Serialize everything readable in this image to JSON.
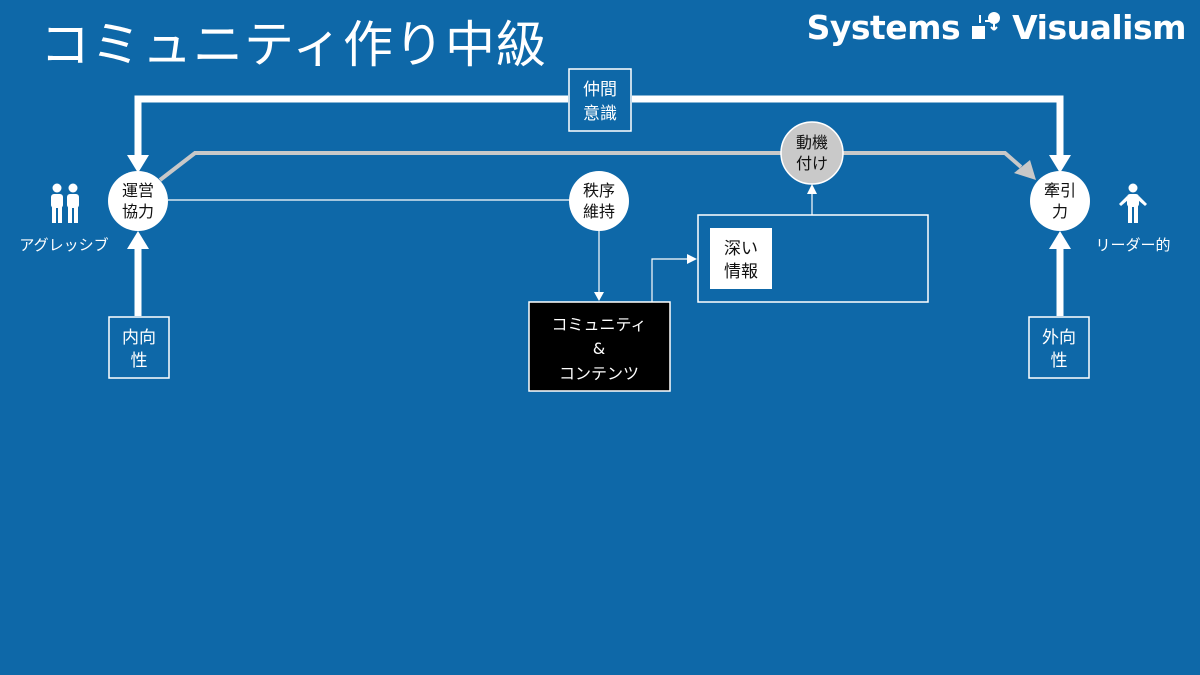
{
  "title": "コミュニティ作り中級",
  "brand": {
    "word1": "Systems",
    "word2": "Visualism",
    "icon": "systems-visualism-logo-icon"
  },
  "nodes": {
    "nakama": {
      "line1": "仲間",
      "line2": "意識"
    },
    "unei": {
      "line1": "運営",
      "line2": "協力"
    },
    "chitsujo": {
      "line1": "秩序",
      "line2": "維持"
    },
    "douki": {
      "line1": "動機",
      "line2": "付け"
    },
    "keninryoku": {
      "line1": "牽引",
      "line2": "力"
    },
    "naikousei": {
      "line1": "内向",
      "line2": "性"
    },
    "gaikousei": {
      "line1": "外向",
      "line2": "性"
    },
    "fukai": {
      "line1": "深い",
      "line2": "情報"
    },
    "community": {
      "line1": "コミュニティ",
      "line2": "&",
      "line3": "コンテンツ"
    }
  },
  "personas": {
    "left": {
      "label": "アグレッシブ",
      "icon": "two-people-icon"
    },
    "right": {
      "label": "リーダー的",
      "icon": "person-icon"
    }
  },
  "colors": {
    "background": "#0e68a8",
    "arrow_main": "#ffffff",
    "arrow_gray": "#c8c8c8",
    "circle_gray": "#c9c9c9",
    "box_black": "#000000"
  }
}
